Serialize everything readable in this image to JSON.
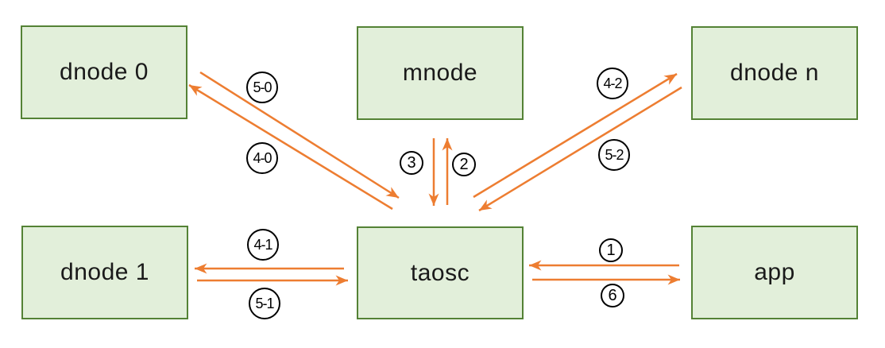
{
  "diagram": {
    "nodes": [
      {
        "id": "dnode0",
        "label": "dnode 0"
      },
      {
        "id": "mnode",
        "label": "mnode"
      },
      {
        "id": "dnoden",
        "label": "dnode n"
      },
      {
        "id": "dnode1",
        "label": "dnode 1"
      },
      {
        "id": "taosc",
        "label": "taosc"
      },
      {
        "id": "app",
        "label": "app"
      }
    ],
    "edges": [
      {
        "label": "1",
        "from": "app",
        "to": "taosc"
      },
      {
        "label": "2",
        "from": "taosc",
        "to": "mnode"
      },
      {
        "label": "3",
        "from": "mnode",
        "to": "taosc"
      },
      {
        "label": "4-0",
        "from": "taosc",
        "to": "dnode0"
      },
      {
        "label": "5-0",
        "from": "dnode0",
        "to": "taosc"
      },
      {
        "label": "4-1",
        "from": "taosc",
        "to": "dnode1"
      },
      {
        "label": "5-1",
        "from": "dnode1",
        "to": "taosc"
      },
      {
        "label": "4-2",
        "from": "taosc",
        "to": "dnoden"
      },
      {
        "label": "5-2",
        "from": "dnoden",
        "to": "taosc"
      },
      {
        "label": "6",
        "from": "taosc",
        "to": "app"
      }
    ],
    "colors": {
      "node_fill": "#e2efda",
      "node_border": "#548235",
      "arrow": "#ed7d31",
      "label_border": "#000000",
      "text": "#1a1a1a"
    }
  }
}
